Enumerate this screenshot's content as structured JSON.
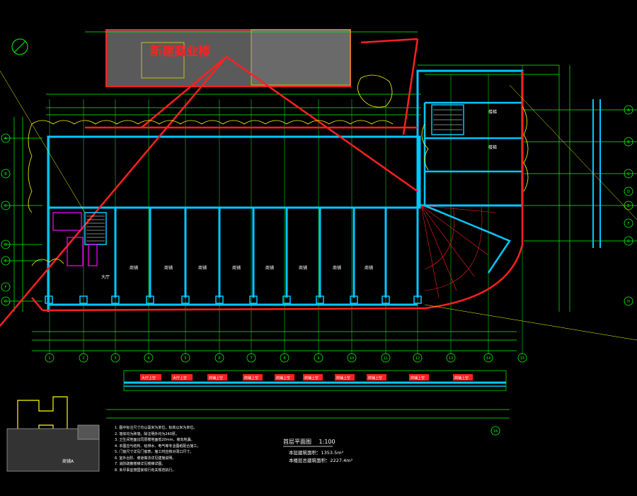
{
  "drawing": {
    "banner": "新建商业楼",
    "stair_labels": [
      "大厅",
      "楼梯",
      "楼梯"
    ],
    "shop_labels": [
      "商铺",
      "商铺",
      "商铺",
      "商铺",
      "商铺",
      "商铺",
      "商铺",
      "商铺"
    ],
    "elevation_labels": [
      "大厅上空",
      "大厅上空",
      "商铺上空",
      "商铺上空",
      "商铺上空",
      "商铺上空",
      "商铺上空",
      "商铺上空",
      "商铺上空",
      "商铺上空"
    ],
    "grid_bubbles_bottom": [
      "1",
      "2",
      "3",
      "4",
      "5",
      "6",
      "7",
      "8",
      "9",
      "10",
      "11",
      "12",
      "13",
      "14",
      "15",
      "16"
    ],
    "grid_bubbles_left": [
      "A",
      "B",
      "C",
      "D",
      "E",
      "F",
      "G"
    ],
    "grid_bubbles_right": [
      "A",
      "B",
      "C",
      "D",
      "E",
      "F",
      "G",
      "H"
    ],
    "title": "首层平面图",
    "scale": "1:100",
    "area_lines": [
      "本层建筑面积：1353.5m²",
      "本楼层总建筑面积：2227.4m²"
    ],
    "keyplan_label": "商铺A",
    "notes": [
      "1. 图中标注尺寸均以毫米为单位，标高以米为单位。",
      "2. 墙体均为砖墙，除注明外均为240厚。",
      "3. 卫生间地面比同层楼地面低20mm，坡向地漏。",
      "4. 本图应与结构、给排水、电气等专业图纸配合施工。",
      "5. 门窗尺寸详见门窗表，施工时应核对洞口尺寸。",
      "6. 室外台阶、坡道做法详见建施说明。",
      "7. 消防疏散楼梯详见楼梯详图。",
      "8. 未尽事宜按国家现行有关规范执行。"
    ]
  },
  "colors": {
    "background": "#000000",
    "wall": "#00c8ff",
    "outline": "#ff2020",
    "dimension": "#00ff00",
    "text": "#ffffff",
    "accent": "#ffff00",
    "magenta": "#ff00ff"
  }
}
